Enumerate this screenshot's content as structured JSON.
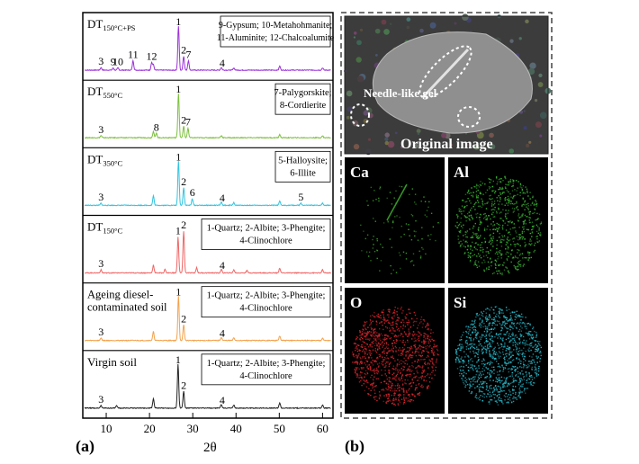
{
  "panel_a": {
    "label": "(a)",
    "x_title": "2θ",
    "x_ticks": [
      "10",
      "20",
      "30",
      "40",
      "50",
      "60"
    ],
    "traces": [
      {
        "sample": "DT",
        "sub": "150°C+PS",
        "color": "#9b30d9",
        "legend": [
          "9-Gypsum; 10-Metahohmanite;",
          "11-Aluminite; 12-Chalcoalumite"
        ],
        "peak_labels": [
          {
            "t": "1",
            "x": 26.7
          },
          {
            "t": "2",
            "x": 27.9
          },
          {
            "t": "7",
            "x": 29.0
          },
          {
            "t": "3",
            "x": 8.8
          },
          {
            "t": "9",
            "x": 11.6
          },
          {
            "t": "10",
            "x": 12.7
          },
          {
            "t": "11",
            "x": 16.2
          },
          {
            "t": "12",
            "x": 20.5
          },
          {
            "t": "4",
            "x": 36.8
          }
        ]
      },
      {
        "sample": "DT",
        "sub": "550°C",
        "color": "#7cbf3c",
        "legend": [
          "7-Palygorskite;",
          "8-Cordierite"
        ],
        "peak_labels": [
          {
            "t": "1",
            "x": 26.7
          },
          {
            "t": "2",
            "x": 27.9
          },
          {
            "t": "7",
            "x": 28.9
          },
          {
            "t": "3",
            "x": 8.8
          },
          {
            "t": "8",
            "x": 21.6
          }
        ]
      },
      {
        "sample": "DT",
        "sub": "350°C",
        "color": "#2fc4e0",
        "legend": [
          "5-Halloysite;",
          "6-Illite"
        ],
        "peak_labels": [
          {
            "t": "1",
            "x": 26.7
          },
          {
            "t": "2",
            "x": 27.9
          },
          {
            "t": "6",
            "x": 29.9
          },
          {
            "t": "3",
            "x": 8.8
          },
          {
            "t": "4",
            "x": 36.8
          },
          {
            "t": "5",
            "x": 55.0
          }
        ]
      },
      {
        "sample": "DT",
        "sub": "150°C",
        "color": "#ef6565",
        "legend": [
          "1-Quartz; 2-Albite; 3-Phengite;",
          "4-Clinochlore"
        ],
        "peak_labels": [
          {
            "t": "1",
            "x": 26.6
          },
          {
            "t": "2",
            "x": 27.9
          },
          {
            "t": "3",
            "x": 8.8
          },
          {
            "t": "4",
            "x": 36.8
          }
        ]
      },
      {
        "sample": "Ageing diesel-",
        "sample2": "contaminated soil",
        "color": "#f4a14b",
        "legend": [
          "1-Quartz; 2-Albite; 3-Phengite;",
          "4-Clinochlore"
        ],
        "peak_labels": [
          {
            "t": "1",
            "x": 26.7
          },
          {
            "t": "2",
            "x": 27.9
          },
          {
            "t": "3",
            "x": 8.8
          },
          {
            "t": "4",
            "x": 36.8
          }
        ]
      },
      {
        "sample": "Virgin soil",
        "color": "#222222",
        "legend": [
          "1-Quartz; 2-Albite; 3-Phengite;",
          "4-Clinochlore"
        ],
        "peak_labels": [
          {
            "t": "1",
            "x": 26.6
          },
          {
            "t": "2",
            "x": 27.9
          },
          {
            "t": "3",
            "x": 8.8
          },
          {
            "t": "4",
            "x": 36.8
          }
        ]
      }
    ]
  },
  "chart_data": {
    "type": "line",
    "title": "",
    "xlabel": "2θ",
    "ylabel": "",
    "xlim": [
      5,
      62
    ],
    "peaks_deg": [
      8.8,
      12.4,
      19.8,
      20.9,
      22.0,
      23.6,
      24.3,
      26.65,
      27.9,
      29.5,
      30.9,
      35.0,
      36.6,
      39.5,
      42.5,
      45.8,
      50.1,
      54.9,
      60.0
    ],
    "series": [
      {
        "name": "DT150°C+PS",
        "peaks": [
          [
            8.8,
            0.06
          ],
          [
            11.6,
            0.05
          ],
          [
            12.7,
            0.05
          ],
          [
            16.2,
            0.22
          ],
          [
            20.5,
            0.17
          ],
          [
            20.9,
            0.12
          ],
          [
            26.7,
            1.0
          ],
          [
            27.9,
            0.32
          ],
          [
            29.0,
            0.22
          ],
          [
            36.6,
            0.06
          ],
          [
            39.5,
            0.05
          ],
          [
            50.1,
            0.09
          ],
          [
            60.0,
            0.05
          ]
        ]
      },
      {
        "name": "DT550°C",
        "peaks": [
          [
            8.8,
            0.05
          ],
          [
            20.9,
            0.15
          ],
          [
            21.6,
            0.1
          ],
          [
            26.7,
            1.0
          ],
          [
            27.9,
            0.26
          ],
          [
            28.9,
            0.22
          ],
          [
            36.6,
            0.05
          ],
          [
            50.1,
            0.07
          ],
          [
            60.0,
            0.04
          ]
        ]
      },
      {
        "name": "DT350°C",
        "peaks": [
          [
            8.8,
            0.05
          ],
          [
            20.9,
            0.22
          ],
          [
            26.7,
            1.0
          ],
          [
            27.9,
            0.4
          ],
          [
            29.9,
            0.15
          ],
          [
            36.6,
            0.07
          ],
          [
            39.5,
            0.06
          ],
          [
            50.1,
            0.09
          ],
          [
            55.0,
            0.05
          ],
          [
            60.0,
            0.05
          ]
        ]
      },
      {
        "name": "DT150°C",
        "peaks": [
          [
            8.8,
            0.07
          ],
          [
            20.9,
            0.18
          ],
          [
            23.6,
            0.08
          ],
          [
            26.6,
            0.82
          ],
          [
            27.9,
            0.95
          ],
          [
            30.9,
            0.12
          ],
          [
            36.6,
            0.08
          ],
          [
            39.5,
            0.07
          ],
          [
            42.5,
            0.06
          ],
          [
            50.1,
            0.11
          ],
          [
            60.0,
            0.07
          ]
        ]
      },
      {
        "name": "Ageing diesel-contaminated soil",
        "peaks": [
          [
            8.8,
            0.06
          ],
          [
            20.9,
            0.2
          ],
          [
            26.7,
            1.0
          ],
          [
            27.9,
            0.35
          ],
          [
            36.6,
            0.07
          ],
          [
            39.5,
            0.06
          ],
          [
            50.1,
            0.1
          ],
          [
            60.0,
            0.06
          ]
        ]
      },
      {
        "name": "Virgin soil",
        "peaks": [
          [
            8.8,
            0.06
          ],
          [
            12.4,
            0.05
          ],
          [
            20.9,
            0.22
          ],
          [
            26.6,
            1.0
          ],
          [
            27.9,
            0.38
          ],
          [
            36.6,
            0.08
          ],
          [
            39.5,
            0.07
          ],
          [
            50.1,
            0.12
          ],
          [
            60.0,
            0.07
          ]
        ]
      }
    ]
  },
  "panel_b": {
    "label": "(b)",
    "needle_label": "Needle-like gel",
    "original_label": "Original image",
    "maps": [
      {
        "element": "Ca",
        "color": "#3aa528",
        "density": 0.08
      },
      {
        "element": "Al",
        "color": "#39b832",
        "density": 0.55
      },
      {
        "element": "O",
        "color": "#d8252c",
        "density": 0.8
      },
      {
        "element": "Si",
        "color": "#27b6c7",
        "density": 0.85
      }
    ]
  }
}
